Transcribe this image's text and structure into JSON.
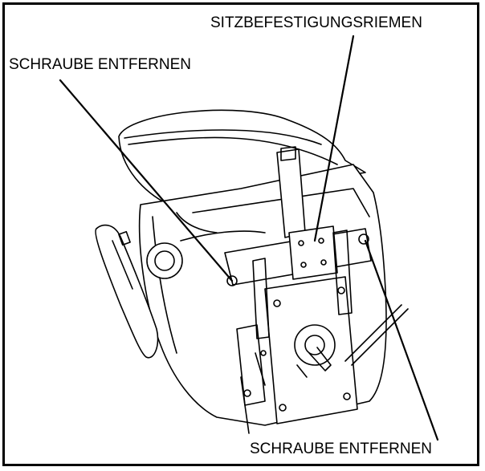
{
  "labels": {
    "strap": "SITZBEFESTIGUNGSRIEMEN",
    "screw_left": "SCHRAUBE ENTFERNEN",
    "screw_right": "SCHRAUBE ENTFERNEN"
  },
  "colors": {
    "line": "#000000",
    "background": "#ffffff",
    "shade": "#e6e6e6"
  }
}
